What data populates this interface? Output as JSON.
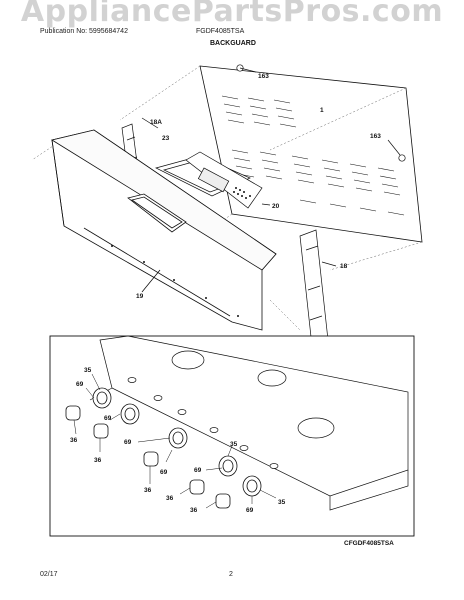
{
  "watermark": "AppliancePartsPros.com",
  "header": {
    "publication": "Publication No: 5995684742",
    "model": "FGDF4085TSA",
    "section_title": "BACKGUARD"
  },
  "parts": {
    "p163a": "163",
    "p1": "1",
    "p163b": "163",
    "p18a": "18A",
    "p23": "23",
    "p20": "20",
    "p18": "18",
    "p19": "19",
    "k35a": "35",
    "k69a": "69",
    "k69b": "69",
    "k36a": "36",
    "k69c": "69",
    "k36b": "36",
    "k69d": "69",
    "k36c": "36",
    "k35b": "35",
    "k69e": "69",
    "k36d": "36",
    "k36e": "36",
    "k35c": "35",
    "k69f": "69"
  },
  "diagram_code": "CFGDF4085TSA",
  "footer": {
    "date": "02/17",
    "page": "2"
  }
}
